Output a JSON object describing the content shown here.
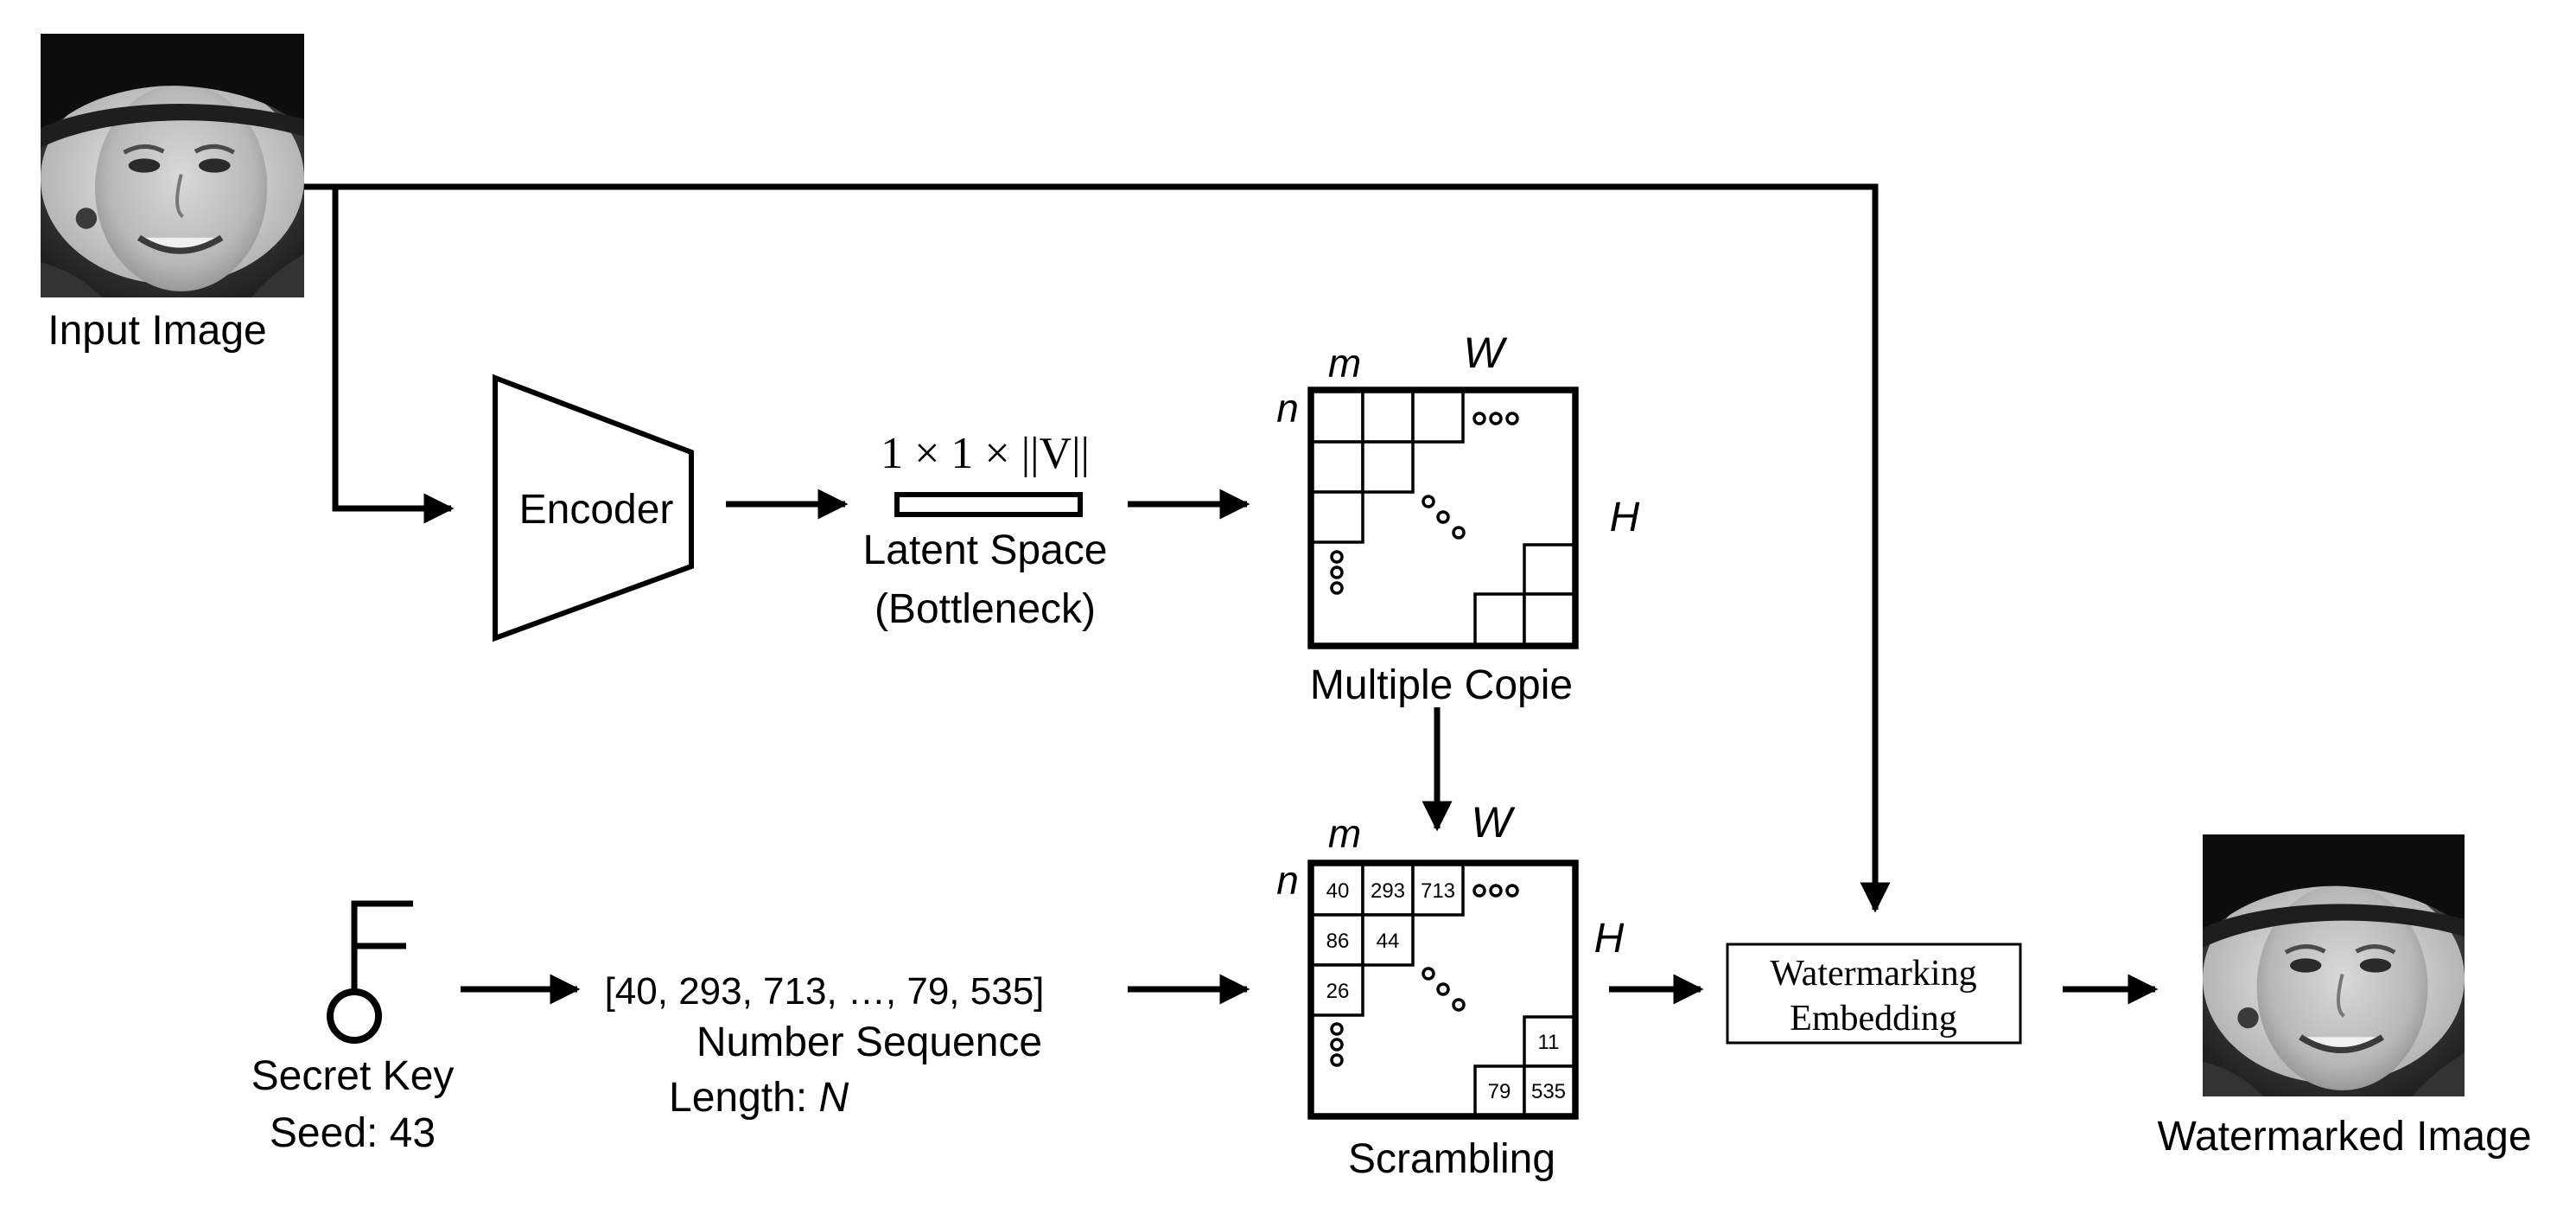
{
  "input_image": {
    "label": "Input Image"
  },
  "encoder": {
    "label": "Encoder"
  },
  "latent": {
    "dim_label": "1 × 1 × ||V||",
    "label_line1": "Latent Space",
    "label_line2": "(Bottleneck)"
  },
  "copies_grid": {
    "label_m": "m",
    "label_W": "W",
    "label_n": "n",
    "label_H": "H",
    "caption": "Multiple Copie"
  },
  "scramble_grid": {
    "label_m": "m",
    "label_W": "W",
    "label_n": "n",
    "label_H": "H",
    "caption": "Scrambling",
    "cells": {
      "r1c1": "40",
      "r1c2": "293",
      "r1c3": "713",
      "r2c1": "86",
      "r2c2": "44",
      "r3c1": "26",
      "br_top": "11",
      "br_left": "79",
      "br_right": "535"
    }
  },
  "secret_key": {
    "line1": "Secret Key",
    "line2": "Seed: 43"
  },
  "sequence": {
    "values": "[40, 293, 713, …, 79, 535]",
    "title": "Number Sequence",
    "length_prefix": "Length: ",
    "length_var": "N"
  },
  "embedding": {
    "line1": "Watermarking",
    "line2": "Embedding"
  },
  "output_image": {
    "label": "Watermarked Image"
  }
}
